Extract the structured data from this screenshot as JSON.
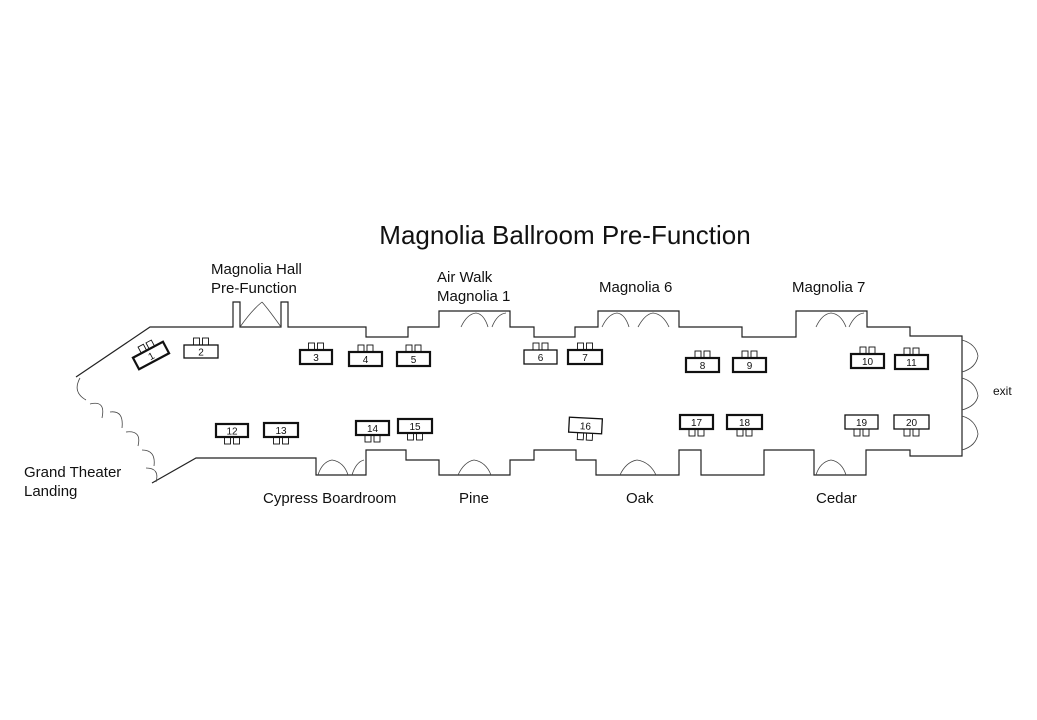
{
  "title": "Magnolia Ballroom Pre-Function",
  "rooms_top": [
    {
      "lines": [
        "Magnolia Hall",
        "Pre-Function"
      ]
    },
    {
      "lines": [
        "Air Walk",
        "Magnolia 1"
      ]
    },
    {
      "lines": [
        "Magnolia 6"
      ]
    },
    {
      "lines": [
        "Magnolia 7"
      ]
    }
  ],
  "rooms_bottom": [
    {
      "lines": [
        "Grand Theater",
        "Landing"
      ]
    },
    {
      "lines": [
        "Cypress Boardroom"
      ]
    },
    {
      "lines": [
        "Pine"
      ]
    },
    {
      "lines": [
        "Oak"
      ]
    },
    {
      "lines": [
        "Cedar"
      ]
    }
  ],
  "exit_label": "exit",
  "booths": [
    {
      "number": "1"
    },
    {
      "number": "2"
    },
    {
      "number": "3"
    },
    {
      "number": "4"
    },
    {
      "number": "5"
    },
    {
      "number": "6"
    },
    {
      "number": "7"
    },
    {
      "number": "8"
    },
    {
      "number": "9"
    },
    {
      "number": "10"
    },
    {
      "number": "11"
    },
    {
      "number": "12"
    },
    {
      "number": "13"
    },
    {
      "number": "14"
    },
    {
      "number": "15"
    },
    {
      "number": "16"
    },
    {
      "number": "17"
    },
    {
      "number": "18"
    },
    {
      "number": "19"
    },
    {
      "number": "20"
    }
  ]
}
